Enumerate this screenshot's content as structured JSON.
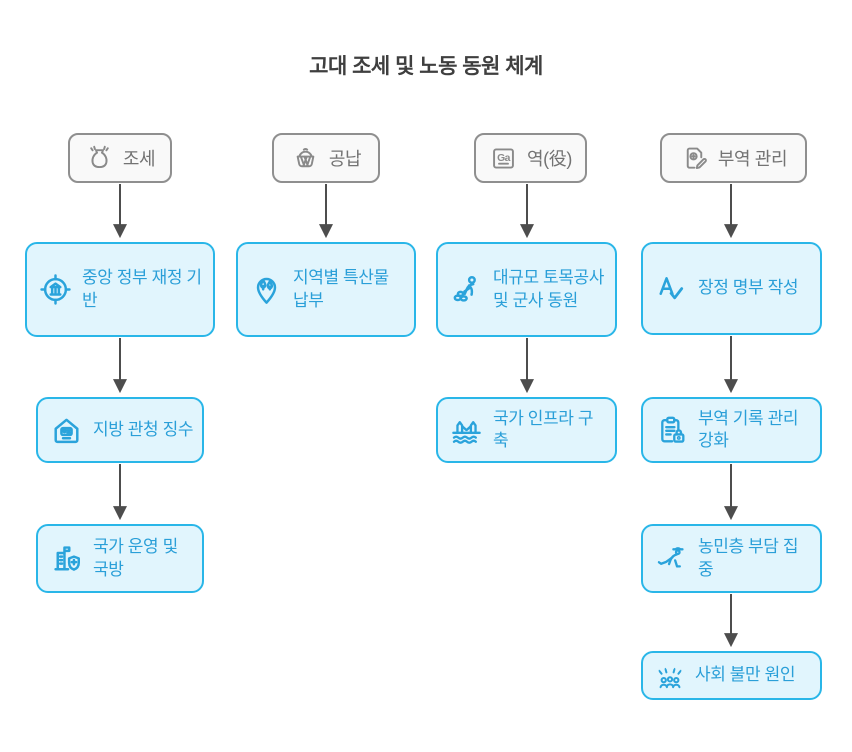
{
  "title": "고대 조세 및 노동 동원 체계",
  "colors": {
    "node_fill": "#e1f5fd",
    "node_border": "#29b6e8",
    "node_text": "#2a9fd8",
    "header_fill": "#f9f9f9",
    "header_border": "#8f8f8f",
    "header_text": "#737373",
    "arrow": "#4d4d4d",
    "title_text": "#3f3f3f"
  },
  "columns": [
    {
      "header": {
        "label": "조세",
        "icon": "money-pouch-icon"
      },
      "nodes": [
        {
          "label": "중앙 정부 재정 기반",
          "icon": "bank-target-icon"
        },
        {
          "label": "지방 관청 징수",
          "icon": "house-office-icon"
        },
        {
          "label": "국가 운영 및 국방",
          "icon": "city-defense-icon"
        }
      ]
    },
    {
      "header": {
        "label": "공납",
        "icon": "basket-icon"
      },
      "nodes": [
        {
          "label": "지역별 특산물 납부",
          "icon": "map-pin-produce-icon"
        }
      ]
    },
    {
      "header": {
        "label": "역(役)",
        "icon": "ga-language-icon"
      },
      "nodes": [
        {
          "label": "대규모 토목공사 및 군사 동원",
          "icon": "laborer-icon"
        },
        {
          "label": "국가 인프라 구축",
          "icon": "bridge-icon"
        }
      ]
    },
    {
      "header": {
        "label": "부역 관리",
        "icon": "doc-shield-pencil-icon"
      },
      "nodes": [
        {
          "label": "장정 명부 작성",
          "icon": "spellcheck-icon"
        },
        {
          "label": "부역 기록 관리 강화",
          "icon": "clipboard-lock-icon"
        },
        {
          "label": "농민층 부담 집중",
          "icon": "farmer-icon"
        },
        {
          "label": "사회 불만 원인",
          "icon": "crowd-sparks-icon"
        }
      ]
    }
  ]
}
